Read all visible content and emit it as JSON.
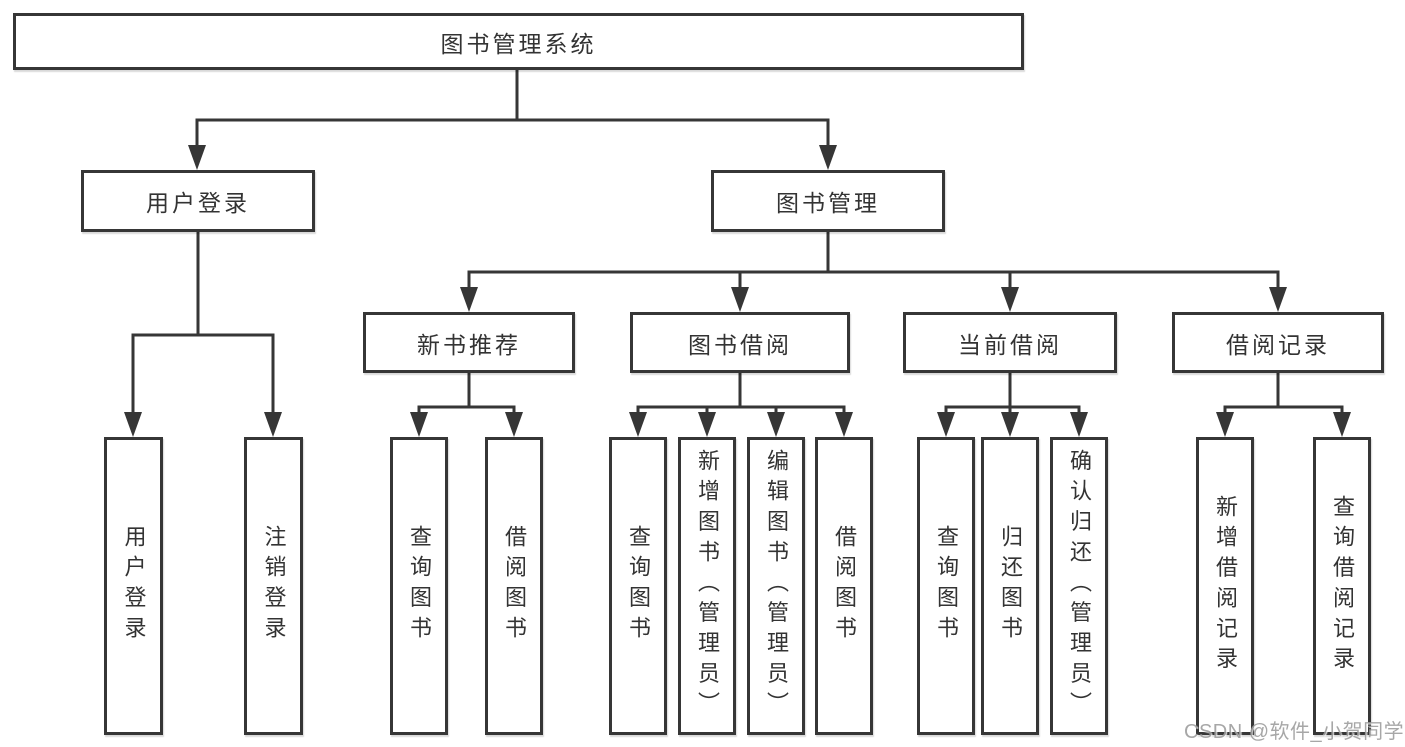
{
  "colors": {
    "line": "#363636",
    "box_border": "#363636",
    "box_fill": "#ffffff",
    "text": "#333333",
    "background": "#ffffff",
    "watermark": "#9e9e9e"
  },
  "tree": {
    "root": {
      "label": "图书管理系统",
      "children": [
        {
          "label": "用户登录",
          "children": [
            {
              "label": "用户登录"
            },
            {
              "label": "注销登录"
            }
          ]
        },
        {
          "label": "图书管理",
          "children": [
            {
              "label": "新书推荐",
              "children": [
                {
                  "label": "查询图书"
                },
                {
                  "label": "借阅图书"
                }
              ]
            },
            {
              "label": "图书借阅",
              "children": [
                {
                  "label": "查询图书"
                },
                {
                  "label": "新增图书（管理员）"
                },
                {
                  "label": "编辑图书（管理员）"
                },
                {
                  "label": "借阅图书"
                }
              ]
            },
            {
              "label": "当前借阅",
              "children": [
                {
                  "label": "查询图书"
                },
                {
                  "label": "归还图书"
                },
                {
                  "label": "确认归还（管理员）"
                }
              ]
            },
            {
              "label": "借阅记录",
              "children": [
                {
                  "label": "新增借阅记录"
                },
                {
                  "label": "查询借阅记录"
                }
              ]
            }
          ]
        }
      ]
    }
  },
  "watermark": "CSDN @软件_小贺同学"
}
